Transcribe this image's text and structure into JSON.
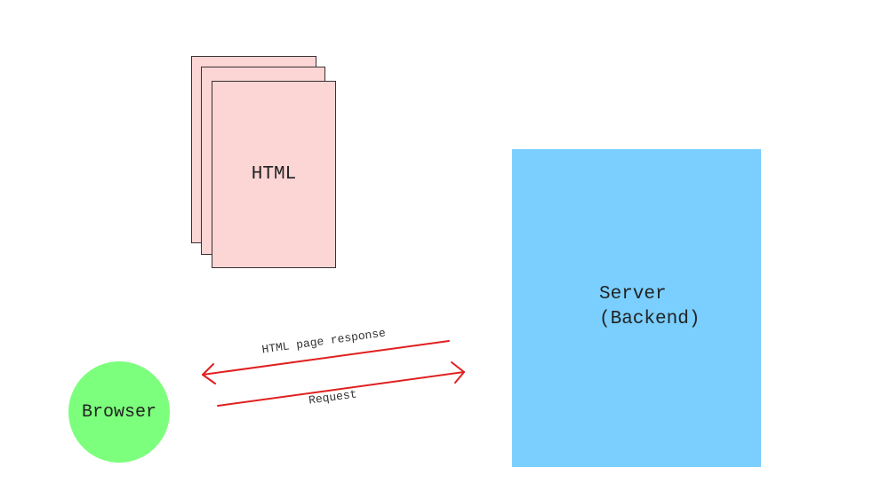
{
  "html_stack": {
    "label": "HTML",
    "color": "#fcd5d5"
  },
  "server": {
    "line1": "Server",
    "line2": "(Backend)",
    "color": "#7acfff"
  },
  "browser": {
    "label": "Browser",
    "color": "#7cff7c"
  },
  "arrows": {
    "response_label": "HTML page response",
    "request_label": "Request",
    "color": "#e02020"
  }
}
